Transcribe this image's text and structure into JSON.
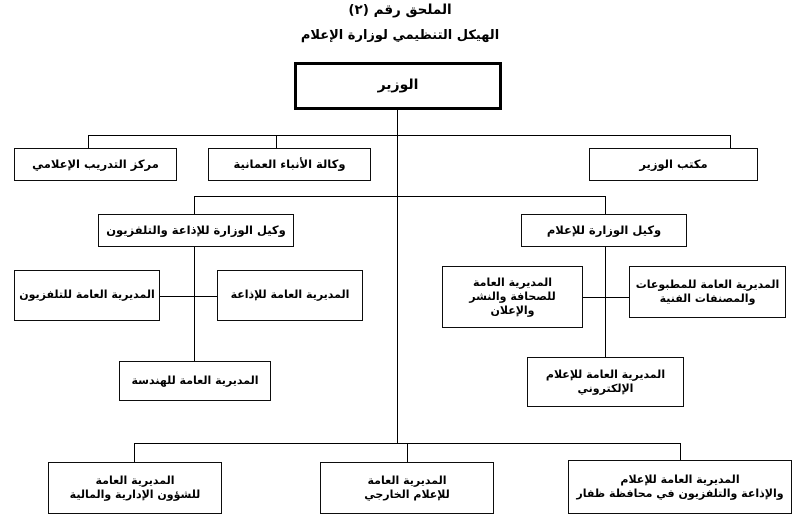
{
  "document": {
    "title": "الملحق رقم (٢)",
    "subtitle": "الهيكل التنظيمي لوزارة الإعلام",
    "language": "ar",
    "direction": "rtl"
  },
  "chart_data": {
    "type": "diagram",
    "diagram_kind": "organizational-chart",
    "title": "الهيكل التنظيمي لوزارة الإعلام",
    "orientation": "top-down",
    "colors": {
      "box_border": "#0d0d0d",
      "root_border": "#000000",
      "connector": "#000000",
      "background": "#ffffff",
      "text": "#000000"
    },
    "nodes": [
      {
        "id": "minister",
        "level": 1,
        "lines": [
          "الوزير"
        ],
        "parent": null
      },
      {
        "id": "media-training-center",
        "level": 2,
        "lines": [
          "مركز التدريب الإعلامي"
        ],
        "parent": "minister"
      },
      {
        "id": "oman-news-agency",
        "level": 2,
        "lines": [
          "وكالة الأنباء العمانية"
        ],
        "parent": "minister"
      },
      {
        "id": "minister-office",
        "level": 2,
        "lines": [
          "مكتب الوزير"
        ],
        "parent": "minister"
      },
      {
        "id": "undersecretary-radio-tv",
        "level": 3,
        "lines": [
          "وكيل الوزارة للإذاعة والتلفزيون"
        ],
        "parent": "minister"
      },
      {
        "id": "undersecretary-information",
        "level": 3,
        "lines": [
          "وكيل الوزارة للإعلام"
        ],
        "parent": "minister"
      },
      {
        "id": "dg-television",
        "level": 4,
        "lines": [
          "المديرية العامة للتلفزيون"
        ],
        "parent": "undersecretary-radio-tv"
      },
      {
        "id": "dg-radio",
        "level": 4,
        "lines": [
          "المديرية العامة للإذاعة"
        ],
        "parent": "undersecretary-radio-tv"
      },
      {
        "id": "dg-engineering",
        "level": 4,
        "lines": [
          "المديرية العامة للهندسة"
        ],
        "parent": "undersecretary-radio-tv"
      },
      {
        "id": "dg-press-publishing-advertising",
        "level": 4,
        "lines": [
          "المديرية العامة",
          "للصحافة والنشر",
          "والإعلان"
        ],
        "parent": "undersecretary-information"
      },
      {
        "id": "dg-publications-artworks",
        "level": 4,
        "lines": [
          "المديرية العامة للمطبوعات",
          "والمصنفات الفنية"
        ],
        "parent": "undersecretary-information"
      },
      {
        "id": "dg-electronic-media",
        "level": 4,
        "lines": [
          "المديرية العامة للإعلام",
          "الإلكتروني"
        ],
        "parent": "undersecretary-information"
      },
      {
        "id": "dg-admin-financial-affairs",
        "level": 5,
        "lines": [
          "المديرية العامة",
          "للشؤون الإدارية والمالية"
        ],
        "parent": "minister"
      },
      {
        "id": "dg-external-media",
        "level": 5,
        "lines": [
          "المديرية العامة",
          "للإعلام الخارجي"
        ],
        "parent": "minister"
      },
      {
        "id": "dg-dhofar",
        "level": 5,
        "lines": [
          "المديرية العامة للإعلام",
          "والإذاعة والتلفزيون في محافظة ظفار"
        ],
        "parent": "minister"
      }
    ]
  },
  "nodes": {
    "minister": {
      "line1": "الوزير"
    },
    "media_training_center": {
      "line1": "مركز التدريب الإعلامي"
    },
    "oman_news_agency": {
      "line1": "وكالة الأنباء العمانية"
    },
    "minister_office": {
      "line1": "مكتب الوزير"
    },
    "undersecretary_radio_tv": {
      "line1": "وكيل الوزارة للإذاعة والتلفزيون"
    },
    "undersecretary_information": {
      "line1": "وكيل الوزارة للإعلام"
    },
    "dg_television": {
      "line1": "المديرية العامة للتلفزيون"
    },
    "dg_radio": {
      "line1": "المديرية العامة للإذاعة"
    },
    "dg_engineering": {
      "line1": "المديرية العامة للهندسة"
    },
    "dg_press": {
      "line1": "المديرية العامة",
      "line2": "للصحافة والنشر",
      "line3": "والإعلان"
    },
    "dg_publications": {
      "line1": "المديرية العامة للمطبوعات",
      "line2": "والمصنفات الفنية"
    },
    "dg_electronic": {
      "line1": "المديرية العامة للإعلام",
      "line2": "الإلكتروني"
    },
    "dg_admin": {
      "line1": "المديرية العامة",
      "line2": "للشؤون الإدارية والمالية"
    },
    "dg_external": {
      "line1": "المديرية العامة",
      "line2": "للإعلام الخارجي"
    },
    "dg_dhofar": {
      "line1": "المديرية العامة للإعلام",
      "line2": "والإذاعة والتلفزيون في محافظة ظفار"
    }
  }
}
